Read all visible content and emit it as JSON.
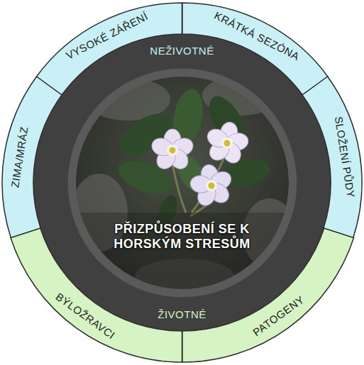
{
  "diagram": {
    "nodes": [
      {
        "text": [
          "PŘIZPŮSOBENÍ SE K HORSKÝM STRESŮM"
        ]
      },
      {
        "text": [
          "NEŽIVOTNÉ"
        ]
      },
      {
        "text": [
          "ŽIVOTNÉ"
        ]
      },
      {
        "text": [
          "VYSOKÉ ZÁŘENÍ"
        ]
      },
      {
        "text": [
          "KRÁTKÁ SEZÓNA"
        ]
      },
      {
        "text": [
          "ZIMA/MRÁZ"
        ]
      },
      {
        "text": [
          "SLOŽENÍ PŮDY"
        ]
      },
      {
        "text": [
          "BÝLOŽRAVCI"
        ]
      },
      {
        "text": [
          "PATOGENY"
        ]
      }
    ]
  }
}
